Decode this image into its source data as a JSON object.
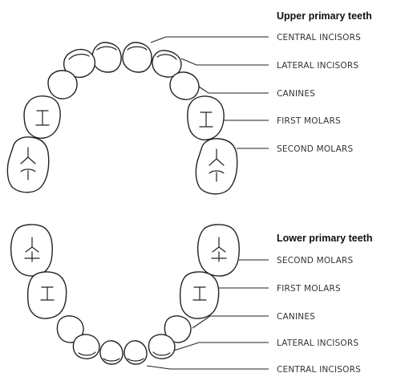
{
  "upper": {
    "heading": "Upper primary teeth",
    "labels": [
      "CENTRAL INCISORS",
      "LATERAL INCISORS",
      "CANINES",
      "FIRST MOLARS",
      "SECOND MOLARS"
    ]
  },
  "lower": {
    "heading": "Lower primary teeth",
    "labels": [
      "SECOND MOLARS",
      "FIRST MOLARS",
      "CANINES",
      "LATERAL INCISORS",
      "CENTRAL INCISORS"
    ]
  }
}
